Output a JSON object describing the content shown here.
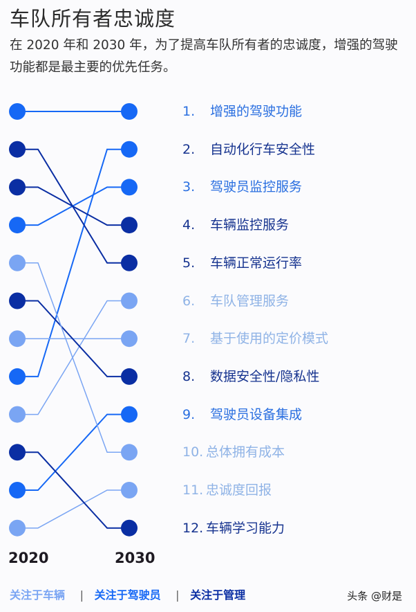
{
  "header": {
    "title": "车队所有者忠诚度",
    "subtitle": "在 2020 年和 2030 年，为了提高车队所有者的忠诚度，增强的驾驶功能都是最主要的优先任务。"
  },
  "colors": {
    "vehicle": "#7aa5f3",
    "driver": "#1668f5",
    "management": "#0a2ea3",
    "label_vehicle": "#8fb3e6",
    "label_driver": "#2a6fe0",
    "label_management": "#16338f"
  },
  "axis": {
    "left_year": "2020",
    "right_year": "2030"
  },
  "legend": {
    "items": [
      {
        "label": "关注于车辆",
        "category": "vehicle"
      },
      {
        "label": "关注于驾驶员",
        "category": "driver"
      },
      {
        "label": "关注于管理",
        "category": "management"
      }
    ],
    "separator": "|"
  },
  "watermark": "头条 @财是",
  "chart_data": {
    "type": "bump",
    "title": "车队所有者忠诚度",
    "subtitle": "在 2020 年和 2030 年，为了提高车队所有者的忠诚度，增强的驾驶功能都是最主要的优先任务。",
    "x": [
      "2020",
      "2030"
    ],
    "legend": [
      "关注于车辆",
      "关注于驾驶员",
      "关注于管理"
    ],
    "series": [
      {
        "name": "增强的驾驶功能",
        "category": "driver",
        "rank_2020": 1,
        "rank_2030": 1
      },
      {
        "name": "自动化行车安全性",
        "category": "driver",
        "rank_2020": 8,
        "rank_2030": 2
      },
      {
        "name": "驾驶员监控服务",
        "category": "driver",
        "rank_2020": 4,
        "rank_2030": 3
      },
      {
        "name": "车辆监控服务",
        "category": "management",
        "rank_2020": 3,
        "rank_2030": 4
      },
      {
        "name": "车辆正常运行率",
        "category": "management",
        "rank_2020": 2,
        "rank_2030": 5
      },
      {
        "name": "车队管理服务",
        "category": "vehicle",
        "rank_2020": 9,
        "rank_2030": 6
      },
      {
        "name": "基于使用的定价模式",
        "category": "vehicle",
        "rank_2020": 7,
        "rank_2030": 7
      },
      {
        "name": "数据安全性/隐私性",
        "category": "management",
        "rank_2020": 6,
        "rank_2030": 8
      },
      {
        "name": "驾驶员设备集成",
        "category": "driver",
        "rank_2020": 11,
        "rank_2030": 9
      },
      {
        "name": "总体拥有成本",
        "category": "vehicle",
        "rank_2020": 5,
        "rank_2030": 10
      },
      {
        "name": "忠诚度回报",
        "category": "vehicle",
        "rank_2020": 12,
        "rank_2030": 11
      },
      {
        "name": "车辆学习能力",
        "category": "management",
        "rank_2020": 10,
        "rank_2030": 12
      }
    ]
  },
  "labels": [
    {
      "num": "1.",
      "text": "增强的驾驶功能",
      "category": "driver"
    },
    {
      "num": "2.",
      "text": "自动化行车安全性",
      "category": "management"
    },
    {
      "num": "3.",
      "text": "驾驶员监控服务",
      "category": "driver"
    },
    {
      "num": "4.",
      "text": "车辆监控服务",
      "category": "management"
    },
    {
      "num": "5.",
      "text": "车辆正常运行率",
      "category": "management"
    },
    {
      "num": "6.",
      "text": "车队管理服务",
      "category": "vehicle"
    },
    {
      "num": "7.",
      "text": "基于使用的定价模式",
      "category": "vehicle"
    },
    {
      "num": "8.",
      "text": "数据安全性/隐私性",
      "category": "management"
    },
    {
      "num": "9.",
      "text": "驾驶员设备集成",
      "category": "driver"
    },
    {
      "num": "10.",
      "text": "总体拥有成本",
      "category": "vehicle"
    },
    {
      "num": "11.",
      "text": "忠诚度回报",
      "category": "vehicle"
    },
    {
      "num": "12.",
      "text": "车辆学习能力",
      "category": "management"
    }
  ]
}
